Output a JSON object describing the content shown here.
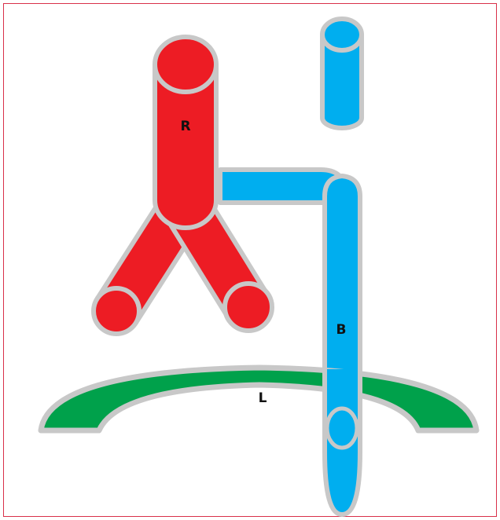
{
  "labels": {
    "red_shape": "R",
    "blue_shape": "B",
    "green_shape": "L"
  },
  "colors": {
    "red": "#ed1c24",
    "blue": "#00aeef",
    "green": "#00a14b",
    "outline": "#c8c8c8",
    "border": "#d9304a"
  }
}
